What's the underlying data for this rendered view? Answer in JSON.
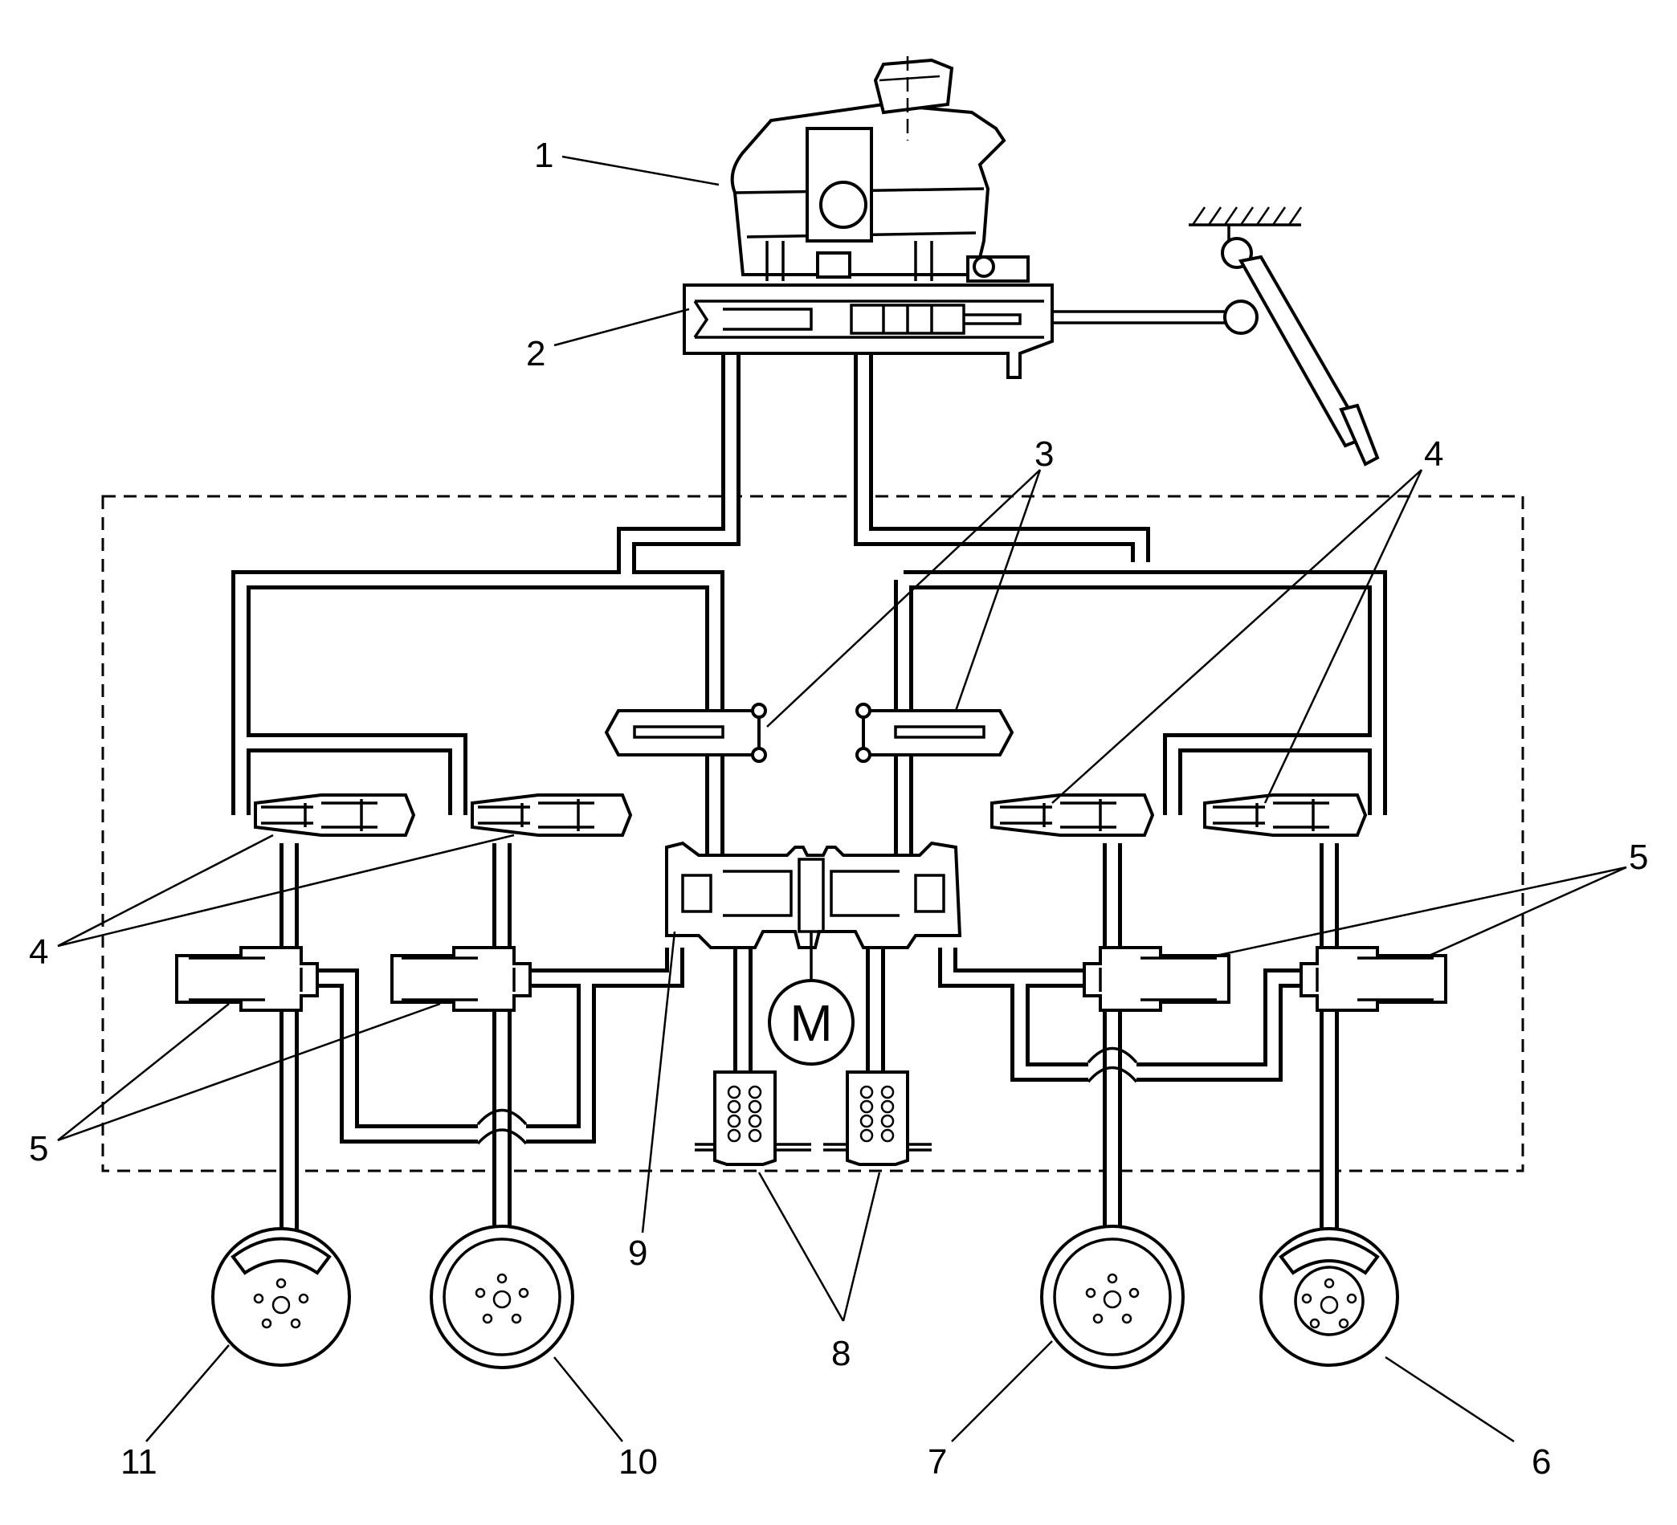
{
  "diagram": {
    "motor_symbol": "M",
    "callouts": [
      "1",
      "2",
      "3",
      "4",
      "4",
      "5",
      "5",
      "6",
      "7",
      "8",
      "9",
      "10",
      "11"
    ],
    "icons": [
      "fluid-reservoir-icon",
      "master-cylinder-icon",
      "brake-pedal-icon",
      "pump-motor-icon",
      "accumulator-spring-icon",
      "disc-brake-icon",
      "drum-brake-icon",
      "valve-icon"
    ]
  }
}
